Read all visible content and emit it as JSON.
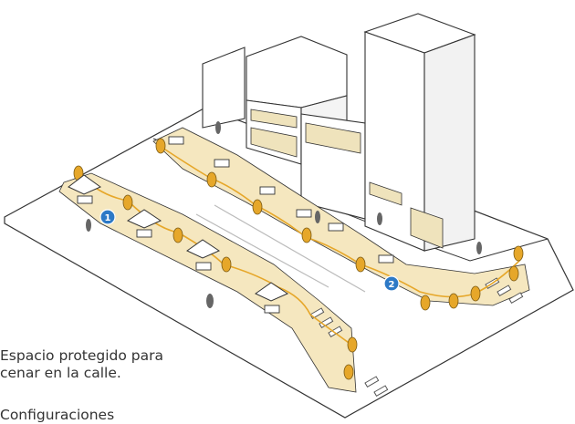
{
  "illustration": {
    "markers": [
      {
        "number": "1"
      },
      {
        "number": "2"
      }
    ],
    "colors": {
      "dining_zone": "#f5e7bf",
      "barrier": "#e6a72a",
      "marker": "#2d79c6",
      "outline": "#333333",
      "building": "#ffffff",
      "window_band": "#efe3bc"
    }
  },
  "caption": {
    "line1": "Espacio protegido para",
    "line2": "cenar en la calle.",
    "line3": "Configuraciones"
  }
}
